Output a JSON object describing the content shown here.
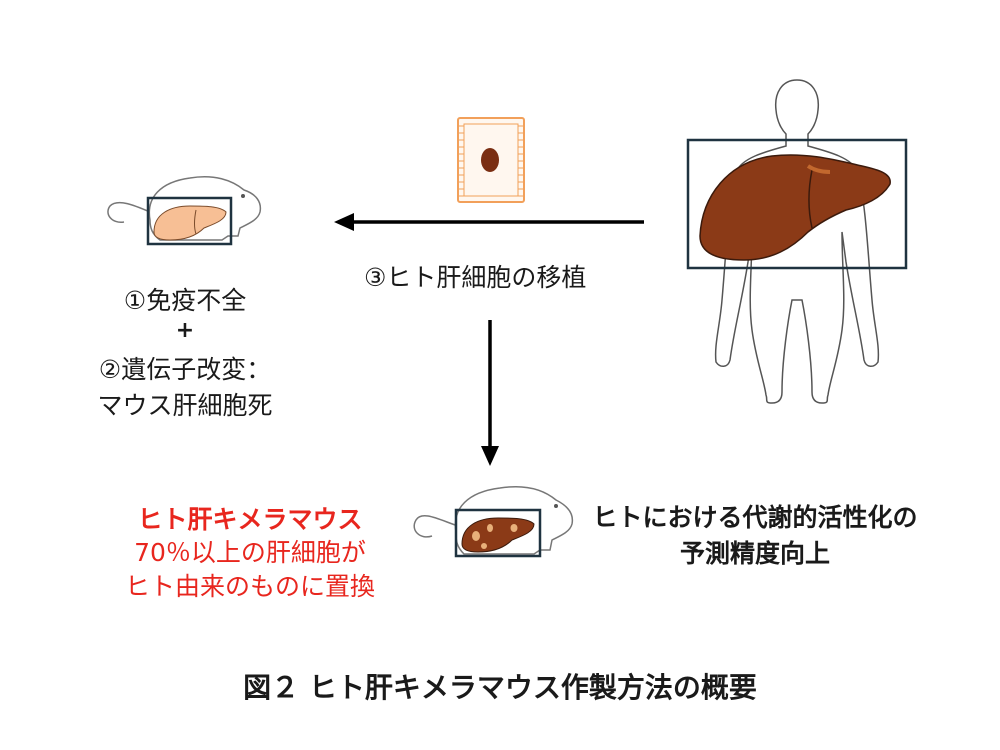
{
  "labels": {
    "step3": "③ヒト肝細胞の移植",
    "step1": "①免疫不全",
    "plus": "+",
    "step2_line1": "②遺伝子改変：",
    "step2_line2": "マウス肝細胞死",
    "chimera_title": "ヒト肝キメラマウス",
    "chimera_desc_line1": "70％以上の肝細胞が",
    "chimera_desc_line2": "ヒト由来のものに置換",
    "improvement_line1": "ヒトにおける代謝的活性化の",
    "improvement_line2": "予測精度向上",
    "caption": "図２ ヒト肝キメラマウス作製方法の概要"
  },
  "colors": {
    "human_liver": "#8b3a17",
    "human_liver_stroke": "#3b1a0c",
    "mouse_liver": "#f7bf95",
    "chimera_spot": "#e8b07a",
    "accent_red": "#e8261e",
    "hepatocyte_outline": "#f2a05a"
  }
}
